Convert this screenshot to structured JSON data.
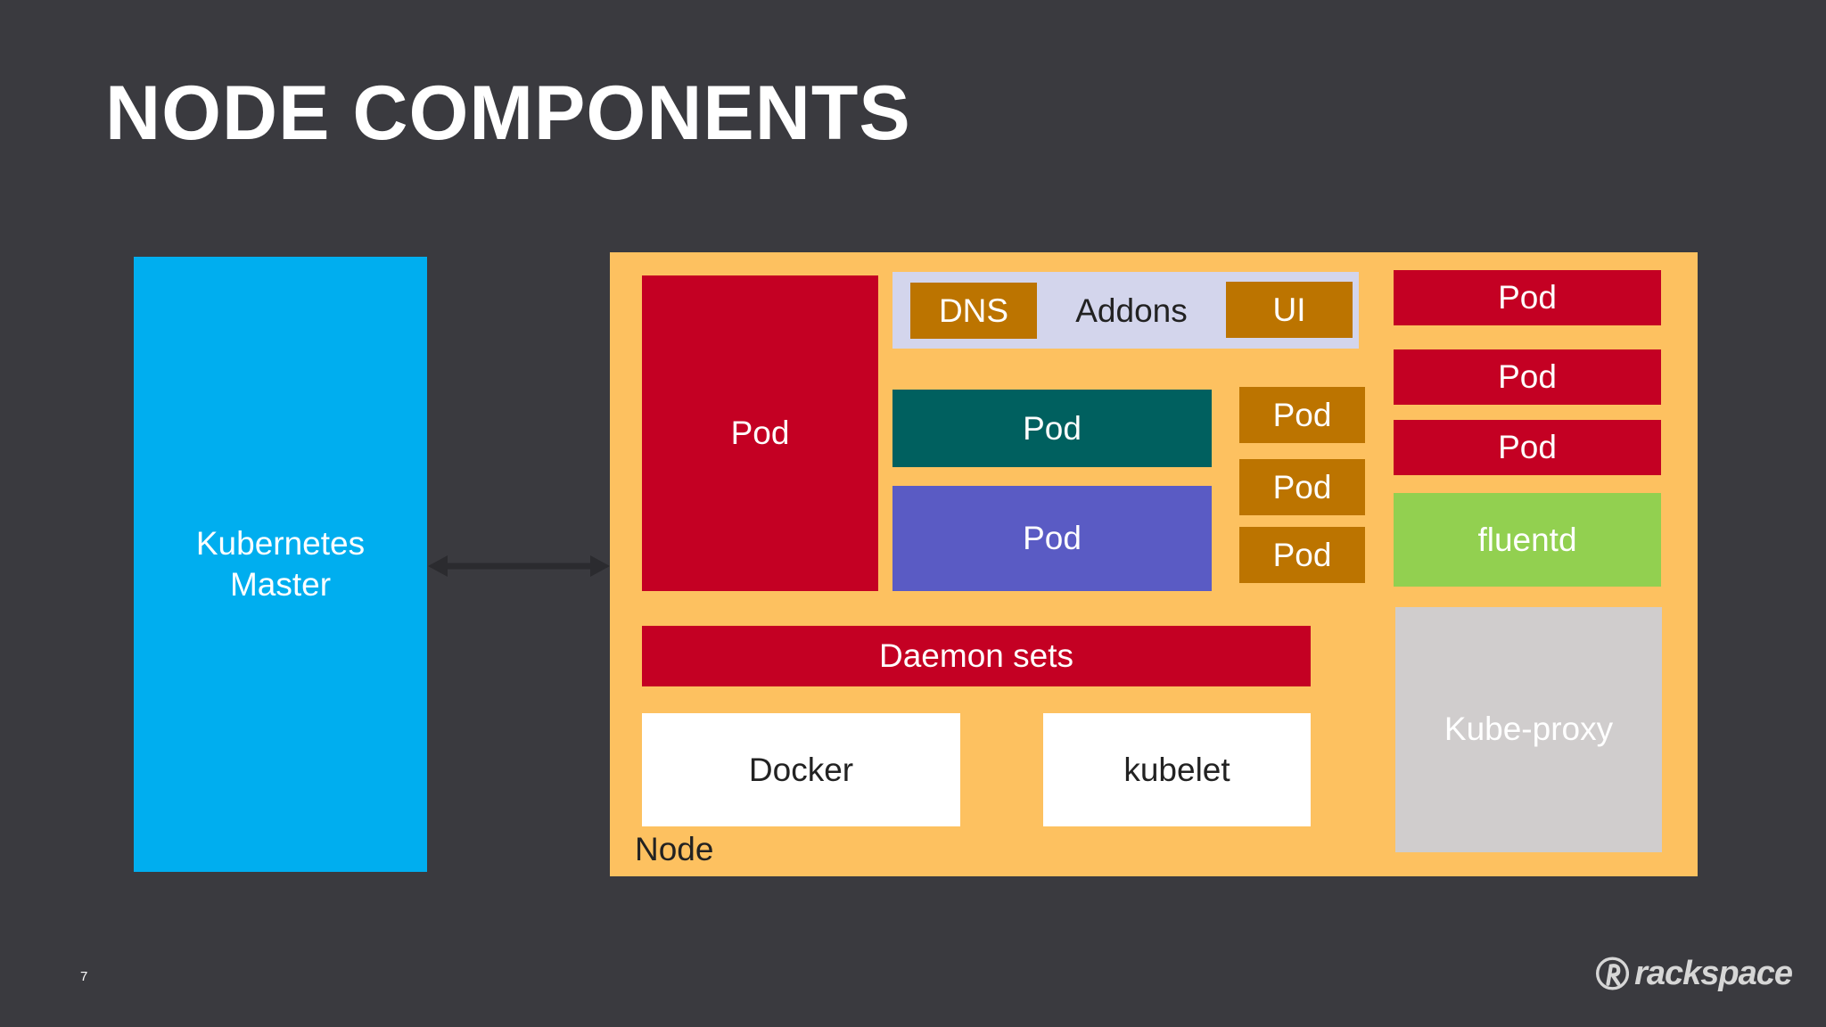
{
  "slide": {
    "title": "NODE COMPONENTS",
    "page_number": "7"
  },
  "diagram": {
    "master_label": "Kubernetes Master",
    "node_label": "Node",
    "pod_big": "Pod",
    "addons": {
      "dns": "DNS",
      "label": "Addons",
      "ui": "UI"
    },
    "pod_teal": "Pod",
    "pod_purple": "Pod",
    "orange_pods": [
      "Pod",
      "Pod",
      "Pod"
    ],
    "red_pods": [
      "Pod",
      "Pod",
      "Pod"
    ],
    "fluentd": "fluentd",
    "kube_proxy": "Kube-proxy",
    "daemon_sets": "Daemon sets",
    "docker": "Docker",
    "kubelet": "kubelet"
  },
  "logo": {
    "text": "rackspace",
    "icon": "rackspace-logo-icon"
  },
  "colors": {
    "background": "#3a3a3f",
    "master": "#00aeef",
    "node": "#fdc160",
    "red": "#c40023",
    "orange": "#bc7400",
    "teal": "#00605f",
    "purple": "#5a5bc4",
    "green": "#92d050",
    "grey": "#d0cdcd",
    "addons_bg": "#d3d5ec"
  }
}
